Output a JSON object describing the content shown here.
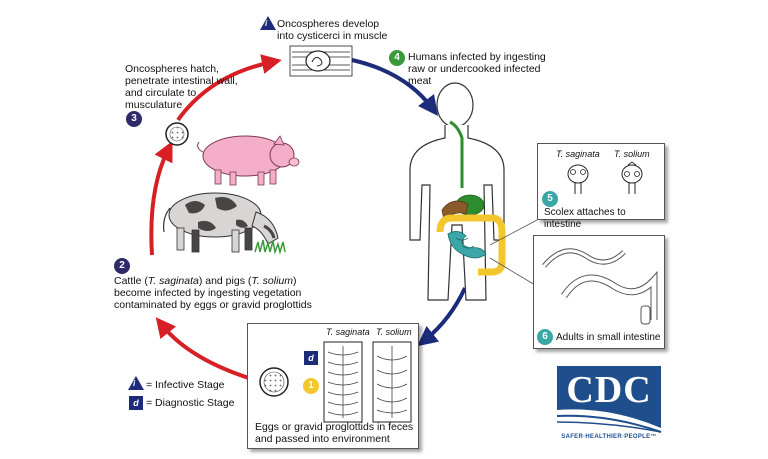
{
  "stages": {
    "s1": {
      "number": "1",
      "color": "#f2c62c",
      "text": "Eggs or gravid proglottids in feces and passed into environment"
    },
    "s2": {
      "number": "2",
      "color": "#2f2a6b",
      "text_a": "Cattle (",
      "species_a": "T. saginata",
      "text_b": ") and pigs (",
      "species_b": "T. solium",
      "text_c": ") become infected by ingesting vegetation contaminated by eggs or gravid proglottids"
    },
    "s3": {
      "number": "3",
      "color": "#2f2a6b",
      "text": "Oncospheres hatch, penetrate intestinal wall, and circulate to musculature"
    },
    "s4": {
      "number": "4",
      "color": "#3a9a3a",
      "text": "Humans infected by ingesting raw or undercooked infected meat"
    },
    "s5": {
      "number": "5",
      "color": "#3aa6a6",
      "text": "Scolex attaches to intestine"
    },
    "s6": {
      "number": "6",
      "color": "#3aa6a6",
      "text": "Adults in small intestine"
    },
    "s_top": {
      "marker": "i",
      "text": "Oncospheres develop into cysticerci in muscle"
    }
  },
  "species": {
    "saginata": "T. saginata",
    "solium": "T. solium"
  },
  "legend": {
    "infective": {
      "marker": "i",
      "text": "= Infective Stage"
    },
    "diagnostic": {
      "marker": "d",
      "text": "= Diagnostic Stage"
    }
  },
  "markers": {
    "diagnostic_letter": "d"
  },
  "logo": {
    "text": "CDC",
    "tagline": "SAFER·HEALTHIER·PEOPLE™"
  },
  "colors": {
    "red_arrow": "#d81f26",
    "blue_arrow": "#1c2c7a",
    "cdc_blue": "#1f4e8c"
  }
}
